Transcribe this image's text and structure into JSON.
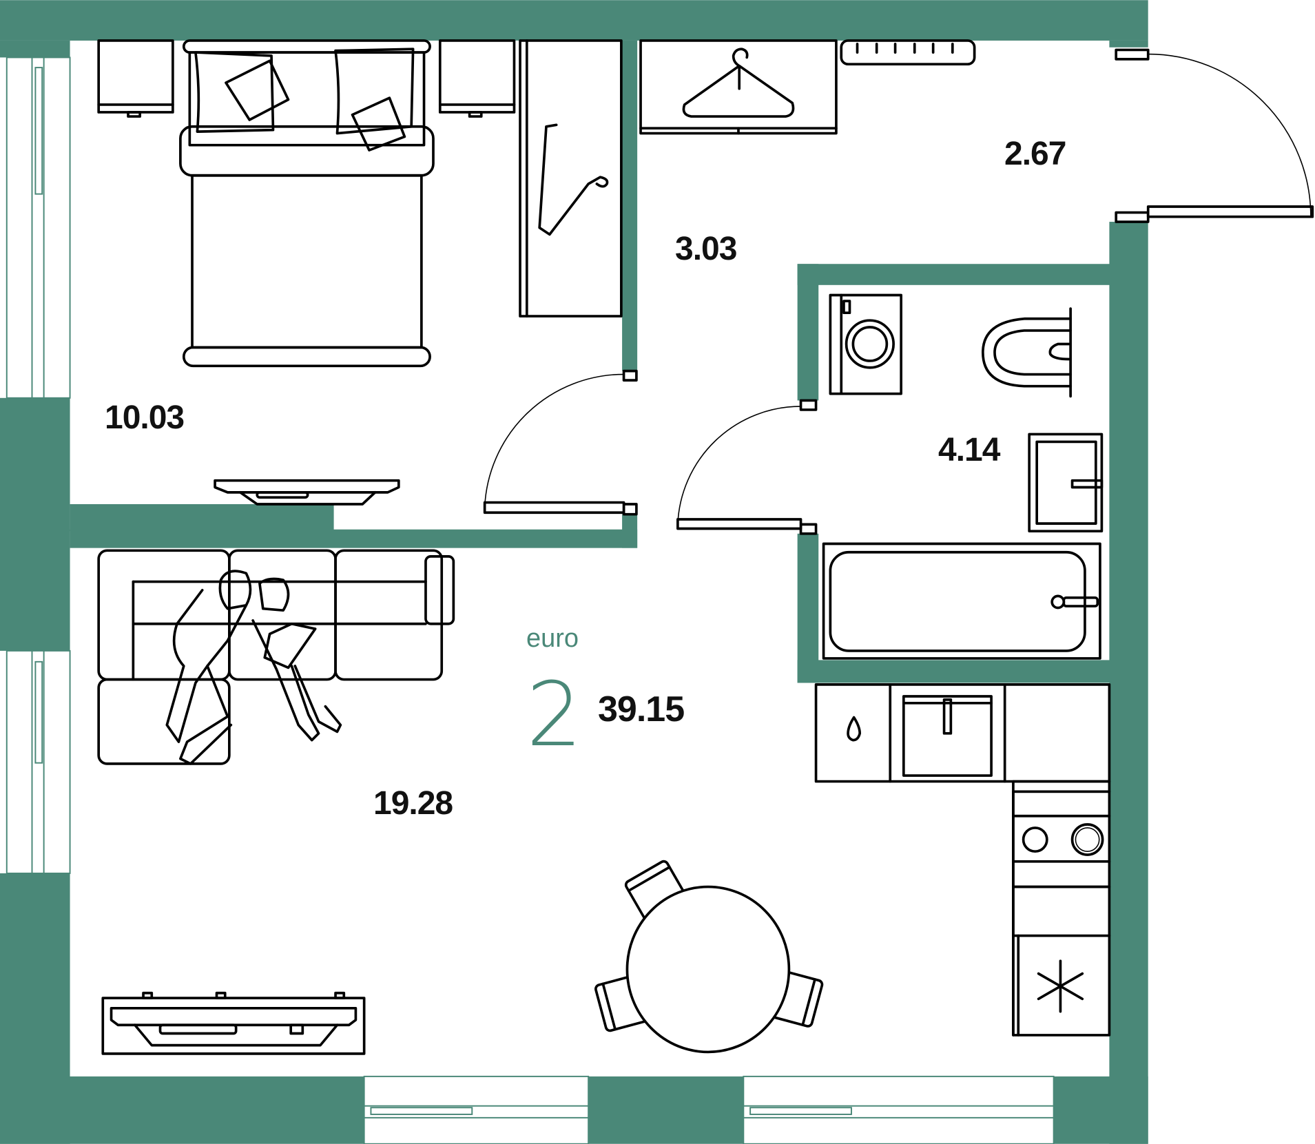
{
  "plan": {
    "type_label": "euro",
    "rooms_count": "2",
    "total_area": "39.15",
    "wall_color": "#4a8878",
    "rooms": [
      {
        "name": "bedroom",
        "area": "10.03"
      },
      {
        "name": "wardrobe-corridor",
        "area": "3.03"
      },
      {
        "name": "entrance-hall",
        "area": "2.67"
      },
      {
        "name": "bathroom",
        "area": "4.14"
      },
      {
        "name": "living-kitchen",
        "area": "19.28"
      }
    ]
  }
}
